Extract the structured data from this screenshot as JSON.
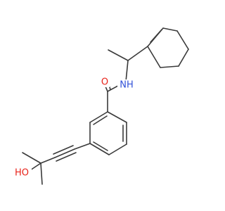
{
  "molecule": {
    "atom_labels": {
      "amide_o": "O",
      "amide_n": "NH",
      "hydroxyl": "HO"
    },
    "colors": {
      "bond": "#3a3a3a",
      "oxygen": "#e8231a",
      "nitrogen": "#3050d8",
      "background": "#ffffff"
    }
  }
}
